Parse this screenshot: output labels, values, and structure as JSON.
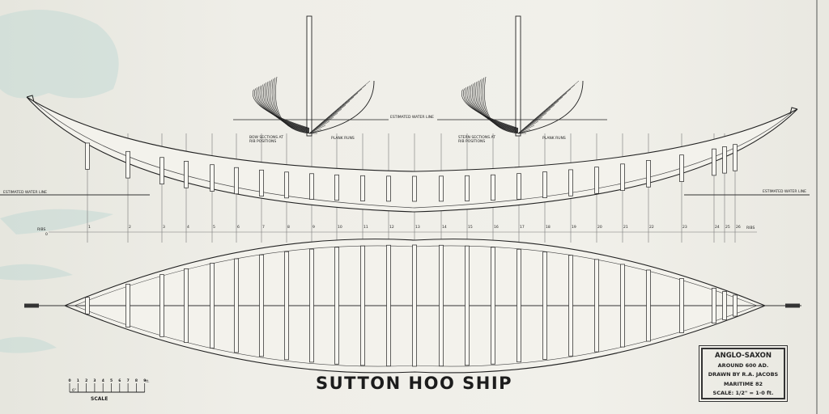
{
  "title": "SUTTON HOO SHIP",
  "info_box": {
    "line1": "ANGLO-SAXON",
    "line2": "AROUND 600 AD.",
    "line3": "DRAWN BY R.A. JACOBS",
    "line4": "MARITIME 82",
    "line5": "SCALE: 1/2\" = 1·0 ft."
  },
  "sections": {
    "bow_label_1": "BOW SECTIONS AT",
    "bow_label_2": "RIB POSITIONS",
    "stern_label_1": "STERN SECTIONS AT",
    "stern_label_2": "RIB POSITIONS",
    "plank_runs_left": "PLANK RUNS",
    "plank_runs_right": "PLANK RUNS",
    "water_line": "ESTIMATED WATER LINE"
  },
  "side_view": {
    "water_line_left": "ESTIMATED WATER LINE",
    "water_line_right": "ESTIMATED WATER LINE",
    "ribs_label_left": "RIBS",
    "ribs_label_left_sub": "0",
    "ribs_label_right": "RIBS",
    "rib_numbers": [
      "1",
      "2",
      "3",
      "4",
      "5",
      "6",
      "7",
      "8",
      "9",
      "10",
      "11",
      "12",
      "13",
      "14",
      "15",
      "16",
      "17",
      "18",
      "19",
      "20",
      "21",
      "22",
      "23",
      "24",
      "25",
      "26"
    ]
  },
  "scale_bar": {
    "label": "SCALE",
    "ticks": [
      "0",
      "1",
      "2",
      "3",
      "4",
      "5",
      "6",
      "7",
      "8",
      "9"
    ],
    "unit": "ft.",
    "sub": "6\""
  }
}
